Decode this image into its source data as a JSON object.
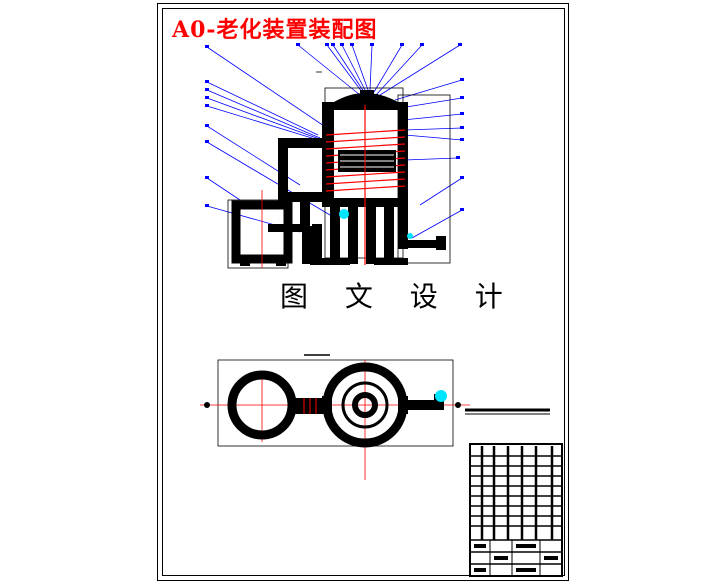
{
  "header": {
    "title": "A0-老化装置装配图"
  },
  "drawing": {
    "subtitle": "图 文 设 计"
  },
  "colors": {
    "title": "#ff0000",
    "leader_lines": "#0000ff",
    "heating_coil": "#ff0000",
    "centerline": "#ff0000",
    "valve_highlight": "#00e5ff",
    "pipes": "#000000"
  },
  "icons": [
    "title-block",
    "balloon-callout",
    "valve-icon"
  ]
}
